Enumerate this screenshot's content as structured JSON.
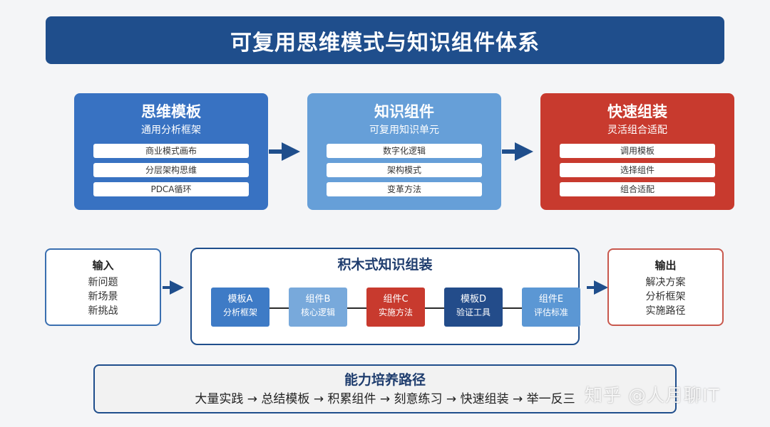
{
  "title": "可复用思维模式与知识组件体系",
  "top_cards": [
    {
      "title": "思维模板",
      "subtitle": "通用分析框架",
      "items": [
        "商业模式画布",
        "分层架构思维",
        "PDCA循环"
      ],
      "color": "#3872c2"
    },
    {
      "title": "知识组件",
      "subtitle": "可复用知识单元",
      "items": [
        "数字化逻辑",
        "架构模式",
        "变革方法"
      ],
      "color": "#669fd8"
    },
    {
      "title": "快速组装",
      "subtitle": "灵活组合适配",
      "items": [
        "调用模板",
        "选择组件",
        "组合适配"
      ],
      "color": "#c83a2e"
    }
  ],
  "input_box": {
    "title": "输入",
    "lines": [
      "新问题",
      "新场景",
      "新挑战"
    ]
  },
  "assembly": {
    "title": "积木式知识组装",
    "blocks": [
      {
        "name": "模板A",
        "desc": "分析框架",
        "color": "#3e7bc6"
      },
      {
        "name": "组件B",
        "desc": "核心逻辑",
        "color": "#78a9db"
      },
      {
        "name": "组件C",
        "desc": "实施方法",
        "color": "#c83a2e"
      },
      {
        "name": "模板D",
        "desc": "验证工具",
        "color": "#234c8a"
      },
      {
        "name": "组件E",
        "desc": "评估标准",
        "color": "#5b97d4"
      }
    ]
  },
  "output_box": {
    "title": "输出",
    "lines": [
      "解决方案",
      "分析框架",
      "实施路径"
    ]
  },
  "path": {
    "title": "能力培养路径",
    "steps": "大量实践 → 总结模板 → 积累组件 → 刻意练习 → 快速组装 → 举一反三"
  },
  "watermark": "知乎 @人月聊IT",
  "colors": {
    "title_bg": "#1f4e8c",
    "arrow": "#1f4e8c",
    "page_bg": "#f4f5f7"
  }
}
